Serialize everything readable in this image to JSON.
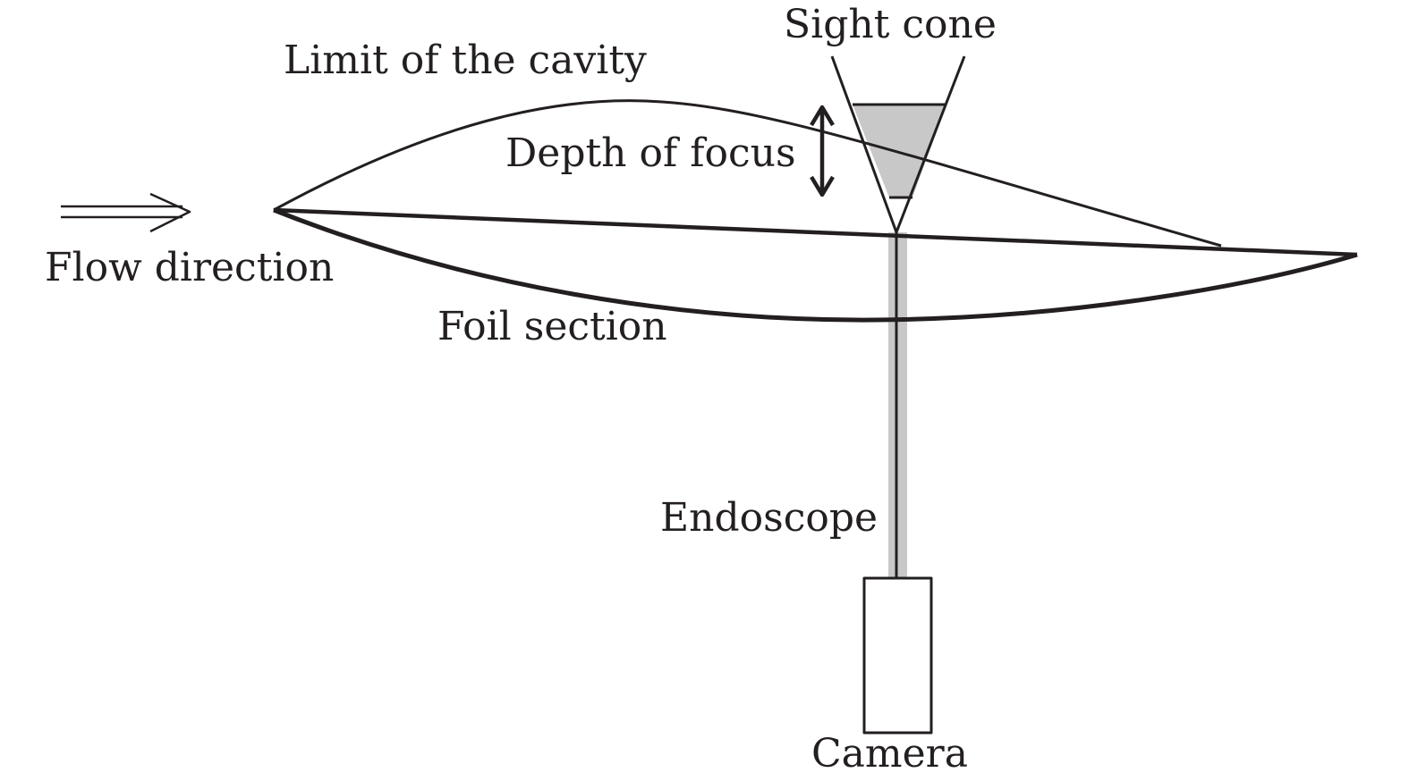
{
  "labels": {
    "sight_cone": "Sight cone",
    "cavity_limit": "Limit of the cavity",
    "depth_of_focus": "Depth of focus",
    "flow_direction": "Flow direction",
    "foil_section": "Foil section",
    "endoscope": "Endoscope",
    "camera": "Camera"
  },
  "colors": {
    "stroke": "#231f20",
    "shade": "#c8c8c8"
  }
}
